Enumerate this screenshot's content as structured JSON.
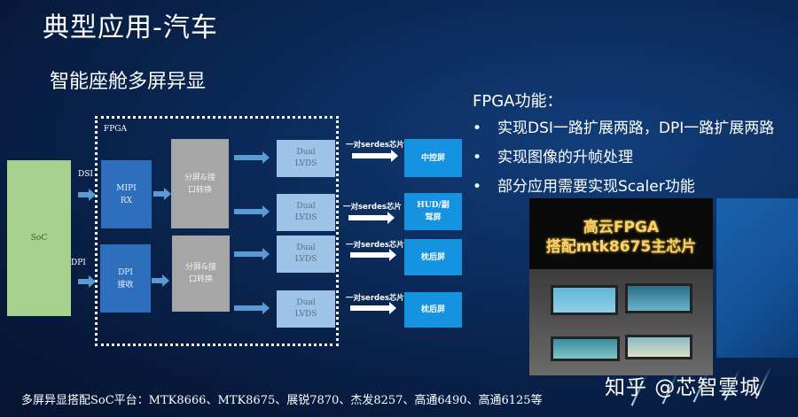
{
  "slide": {
    "title": "典型应用-汽车",
    "subtitle": "智能座舱多屏异显"
  },
  "diagram": {
    "fpga_label": "FPGA",
    "soc": {
      "label": "SoC",
      "color": "#a9d18e"
    },
    "inputs": [
      {
        "signal": "DSI",
        "receiver": [
          "MIPI",
          "RX"
        ]
      },
      {
        "signal": "DPI",
        "receiver": [
          "DPI",
          "接收"
        ]
      }
    ],
    "converters": [
      {
        "line1": "分屏&接",
        "line2": "口转换"
      },
      {
        "line1": "分屏&接",
        "line2": "口转换"
      }
    ],
    "lvds": [
      {
        "line1": "Dual",
        "line2": "LVDS"
      },
      {
        "line1": "Dual",
        "line2": "LVDS"
      },
      {
        "line1": "Dual",
        "line2": "LVDS"
      },
      {
        "line1": "Dual",
        "line2": "LVDS"
      }
    ],
    "serdes_label": "一对serdes芯片",
    "screens": [
      {
        "line1": "中控屏",
        "line2": ""
      },
      {
        "line1": "HUD/副",
        "line2": "驾屏"
      },
      {
        "line1": "枕后屏",
        "line2": ""
      },
      {
        "line1": "枕后屏",
        "line2": ""
      }
    ],
    "colors": {
      "receiver": "#2e6fbd",
      "converter": "#a6a6a6",
      "lvds": "#9dc3e6",
      "screen": "#1592e0",
      "arrow": "#5b9bd5"
    }
  },
  "fpga_functions": {
    "title": "FPGA功能：",
    "items": [
      "实现DSI一路扩展两路，DPI一路扩展两路",
      "实现图像的升帧处理",
      "部分应用需要实现Scaler功能"
    ]
  },
  "photo": {
    "caption_line1": "高云FPGA",
    "caption_line2": "搭配mtk8675主芯片"
  },
  "footer": {
    "platforms": "多屏异显搭配SoC平台：MTK8666、MTK8675、展锐7870、杰发8257、高通6490、高通6125等"
  },
  "watermark": "知乎 @芯智雲城"
}
